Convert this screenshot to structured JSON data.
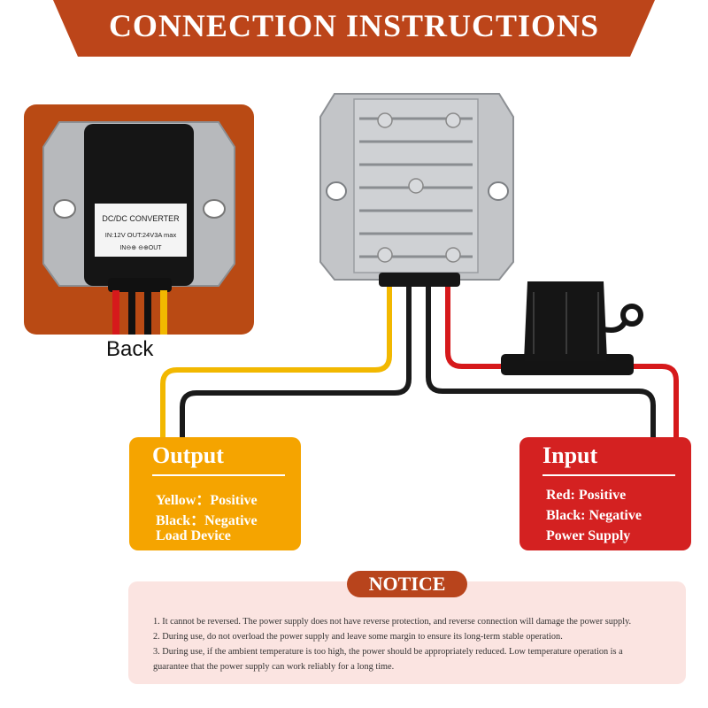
{
  "header": {
    "title": "CONNECTION INSTRUCTIONS"
  },
  "back_photo": {
    "label": "Back",
    "sticker": {
      "line1": "DC/DC CONVERTER",
      "line2": "IN:12V     OUT:24V3A max",
      "line3": "IN⊖⊕  ⊖⊕OUT"
    }
  },
  "output_box": {
    "title": "Output",
    "lines": [
      "Yellow：Positive",
      "Black：Negative",
      "Load Device"
    ]
  },
  "input_box": {
    "title": "Input",
    "lines": [
      "Red: Positive",
      "Black: Negative",
      "Power Supply"
    ]
  },
  "notice": {
    "title": "NOTICE",
    "lines": [
      "1. It cannot be reversed. The power supply does not have reverse protection, and reverse connection will damage the power supply.",
      "2. During use, do not overload the power supply and leave some margin to ensure its long-term stable operation.",
      "3. During use, if the ambient temperature is too high, the power should be appropriately reduced. Low temperature operation is a",
      "guarantee that the power supply can work reliably for a long time."
    ]
  },
  "colors": {
    "banner": "#bc451a",
    "output": "#f5a400",
    "input": "#d42121",
    "wire_yellow": "#f2b800",
    "wire_red": "#d6191b",
    "wire_black": "#1a1a1a"
  }
}
